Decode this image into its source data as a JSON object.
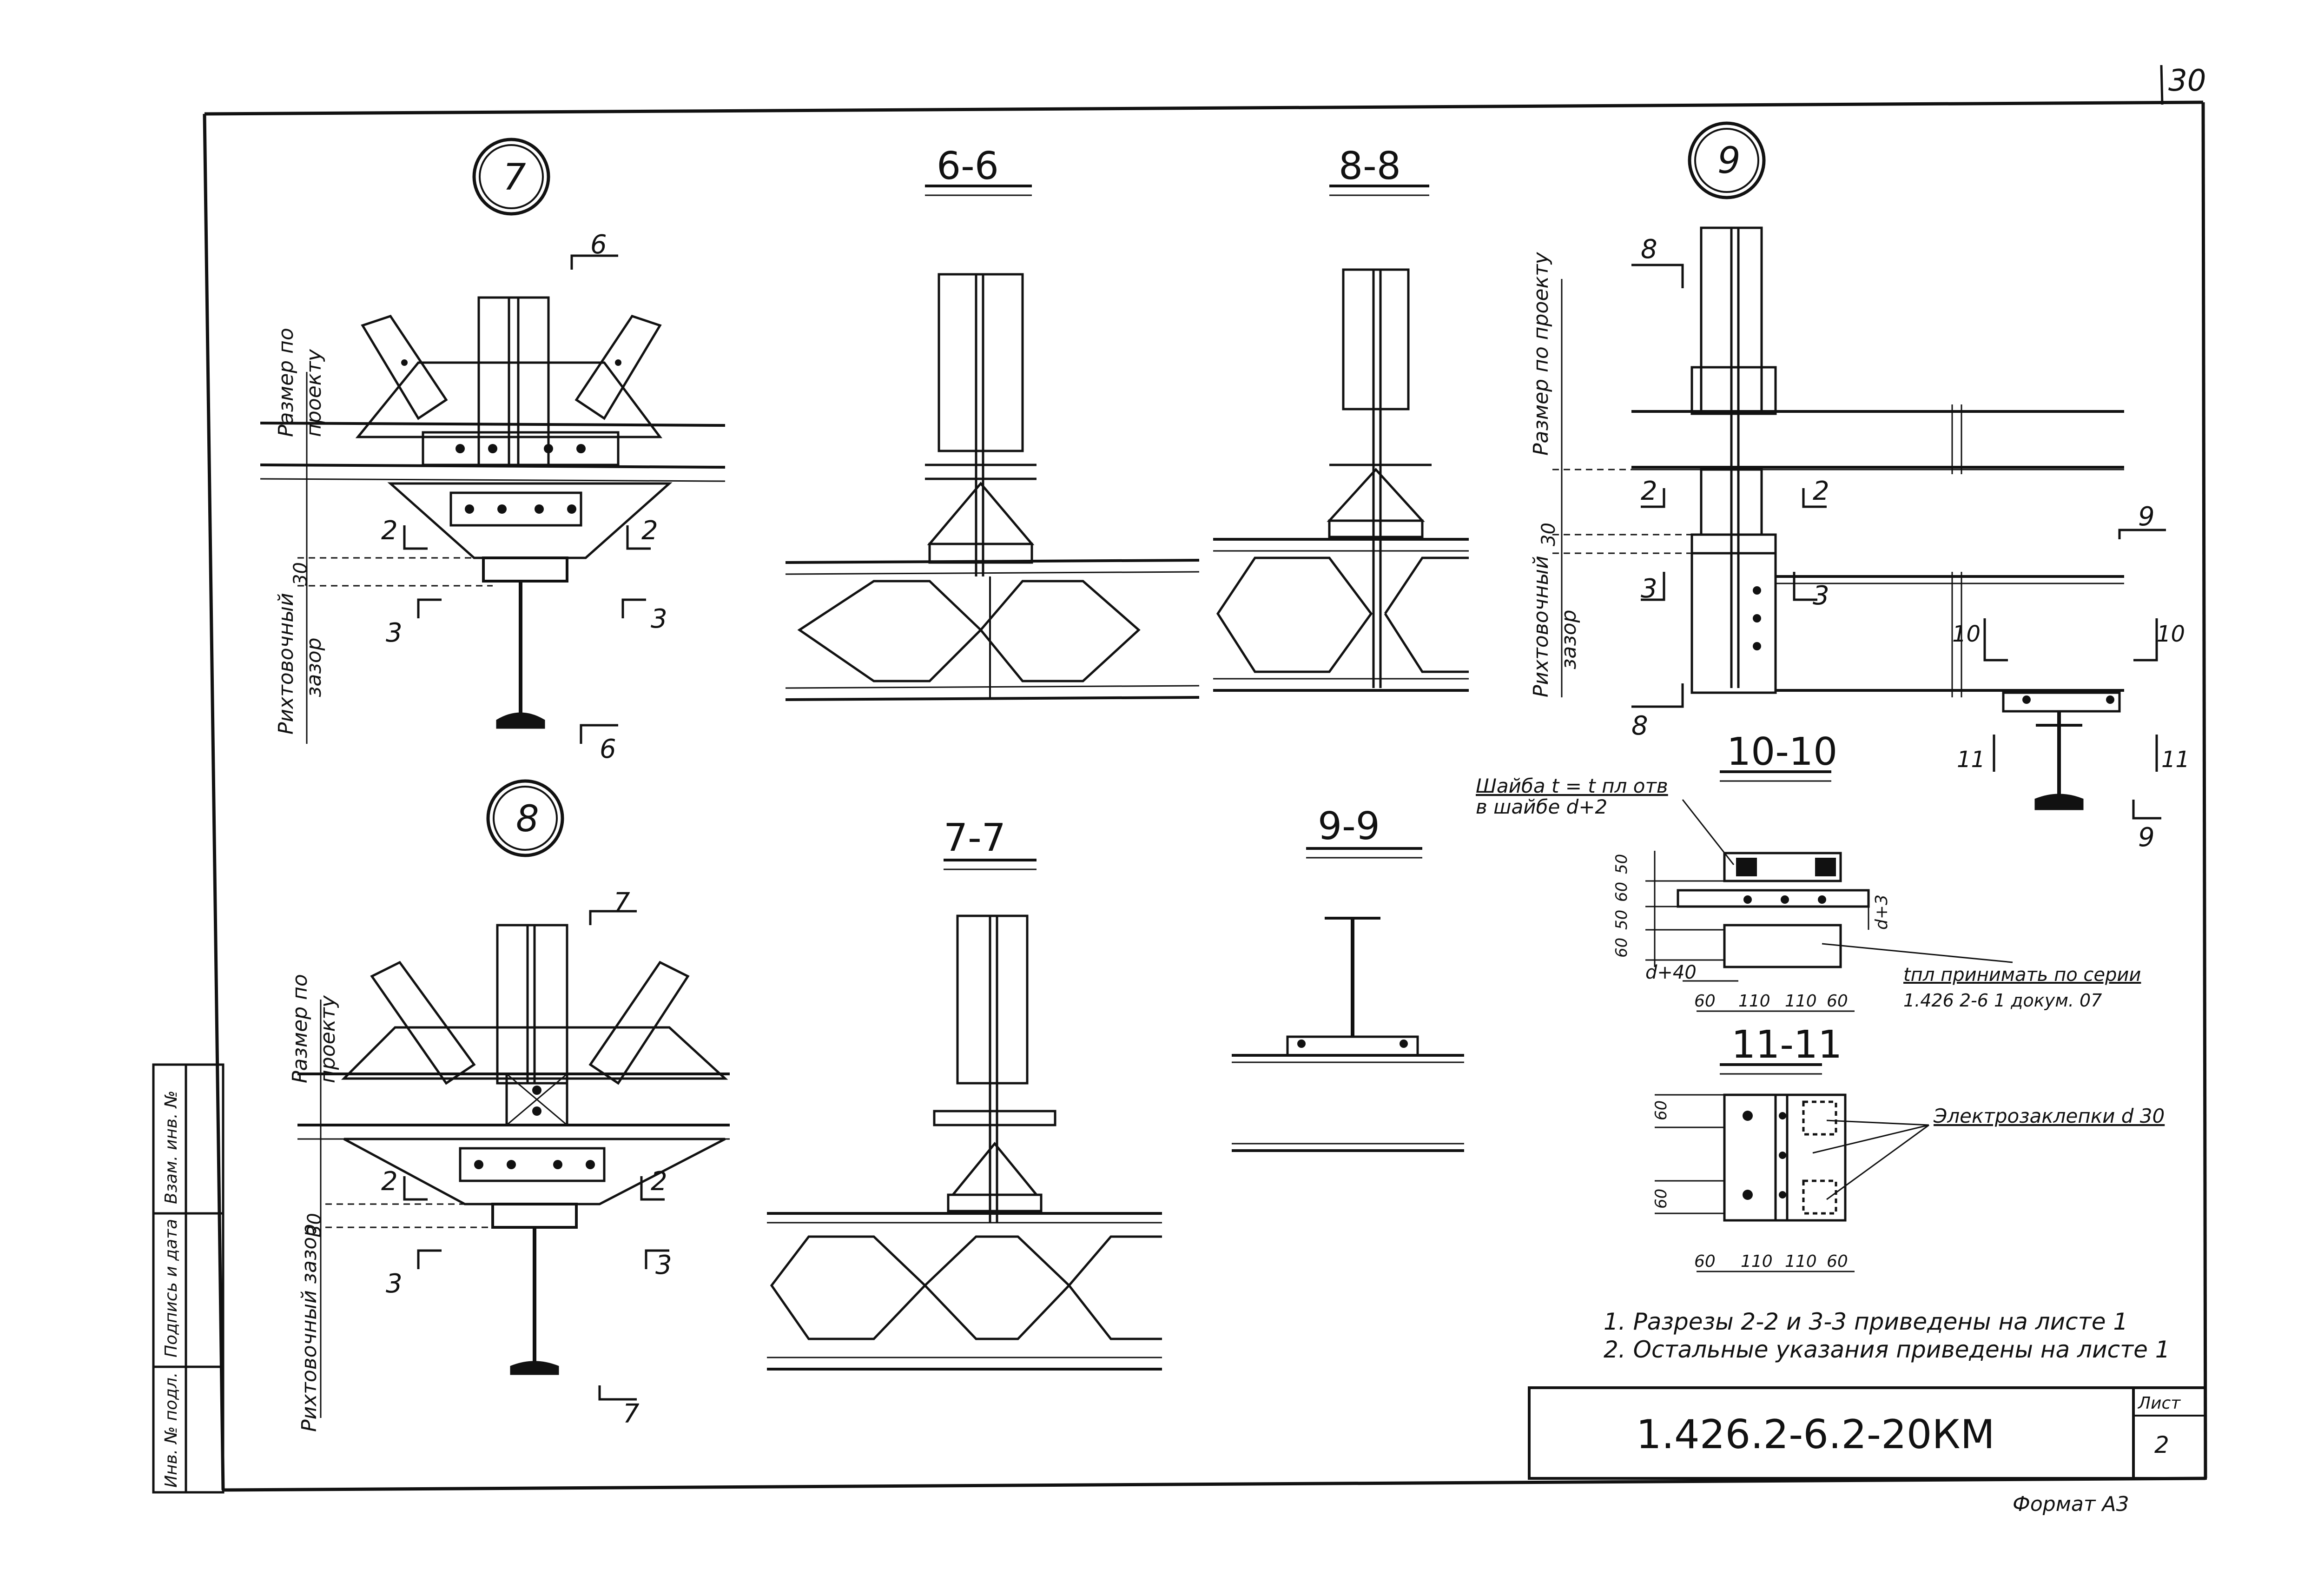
{
  "sheet_number_corner": "30",
  "callouts": {
    "node7": "7",
    "node8": "8",
    "node9": "9"
  },
  "section_titles": {
    "s66": "6-6",
    "s88": "8-8",
    "s77": "7-7",
    "s99": "9-9",
    "s1010": "10-10",
    "s1111": "11-11"
  },
  "cut_marks": {
    "c6": "6",
    "c7": "7",
    "c8": "8",
    "c9": "9",
    "c2": "2",
    "c3": "3",
    "c10": "10",
    "c11": "11"
  },
  "labels": {
    "size_by_project_1": "Размер по",
    "size_by_project_2": "проекту",
    "size_by_project_v": "Размер по проекту",
    "mount_gap_1": "Рихтовочный",
    "mount_gap_2": "зазор",
    "mount_gap_full": "Рихтовочный зазор",
    "dim_30": "30"
  },
  "washer_note": {
    "line1": "Шайба t = t пл отв",
    "line2": "в шайбе d+2"
  },
  "plate_note": {
    "line1": "tпл принимать по серии",
    "line2": "1.426 2-6 1 докум. 07"
  },
  "weld_note": "Электрозаклепки d 30",
  "dims_10": {
    "d1": "50",
    "d2": "60",
    "d3": "60",
    "d4": "50",
    "d_plus_40": "d+40",
    "d_plus_3": "d+3",
    "b1": "60",
    "b2": "110",
    "b3": "110",
    "b4": "60"
  },
  "dims_11": {
    "v1": "60",
    "v2": "60",
    "b1": "60",
    "b2": "110",
    "b3": "110",
    "b4": "60"
  },
  "notes": {
    "n1": "1. Разрезы 2-2 и 3-3 приведены на листе 1",
    "n2": "2. Остальные указания приведены на листе 1"
  },
  "title_block": {
    "code": "1.426.2-6.2-20КМ",
    "sheet_label": "Лист",
    "sheet_number": "2"
  },
  "format_label": "Формат А3",
  "side_stamp": {
    "cell1": "Инв. № подл.",
    "cell2": "Подпись и дата",
    "cell3": "Взам. инв. №"
  }
}
